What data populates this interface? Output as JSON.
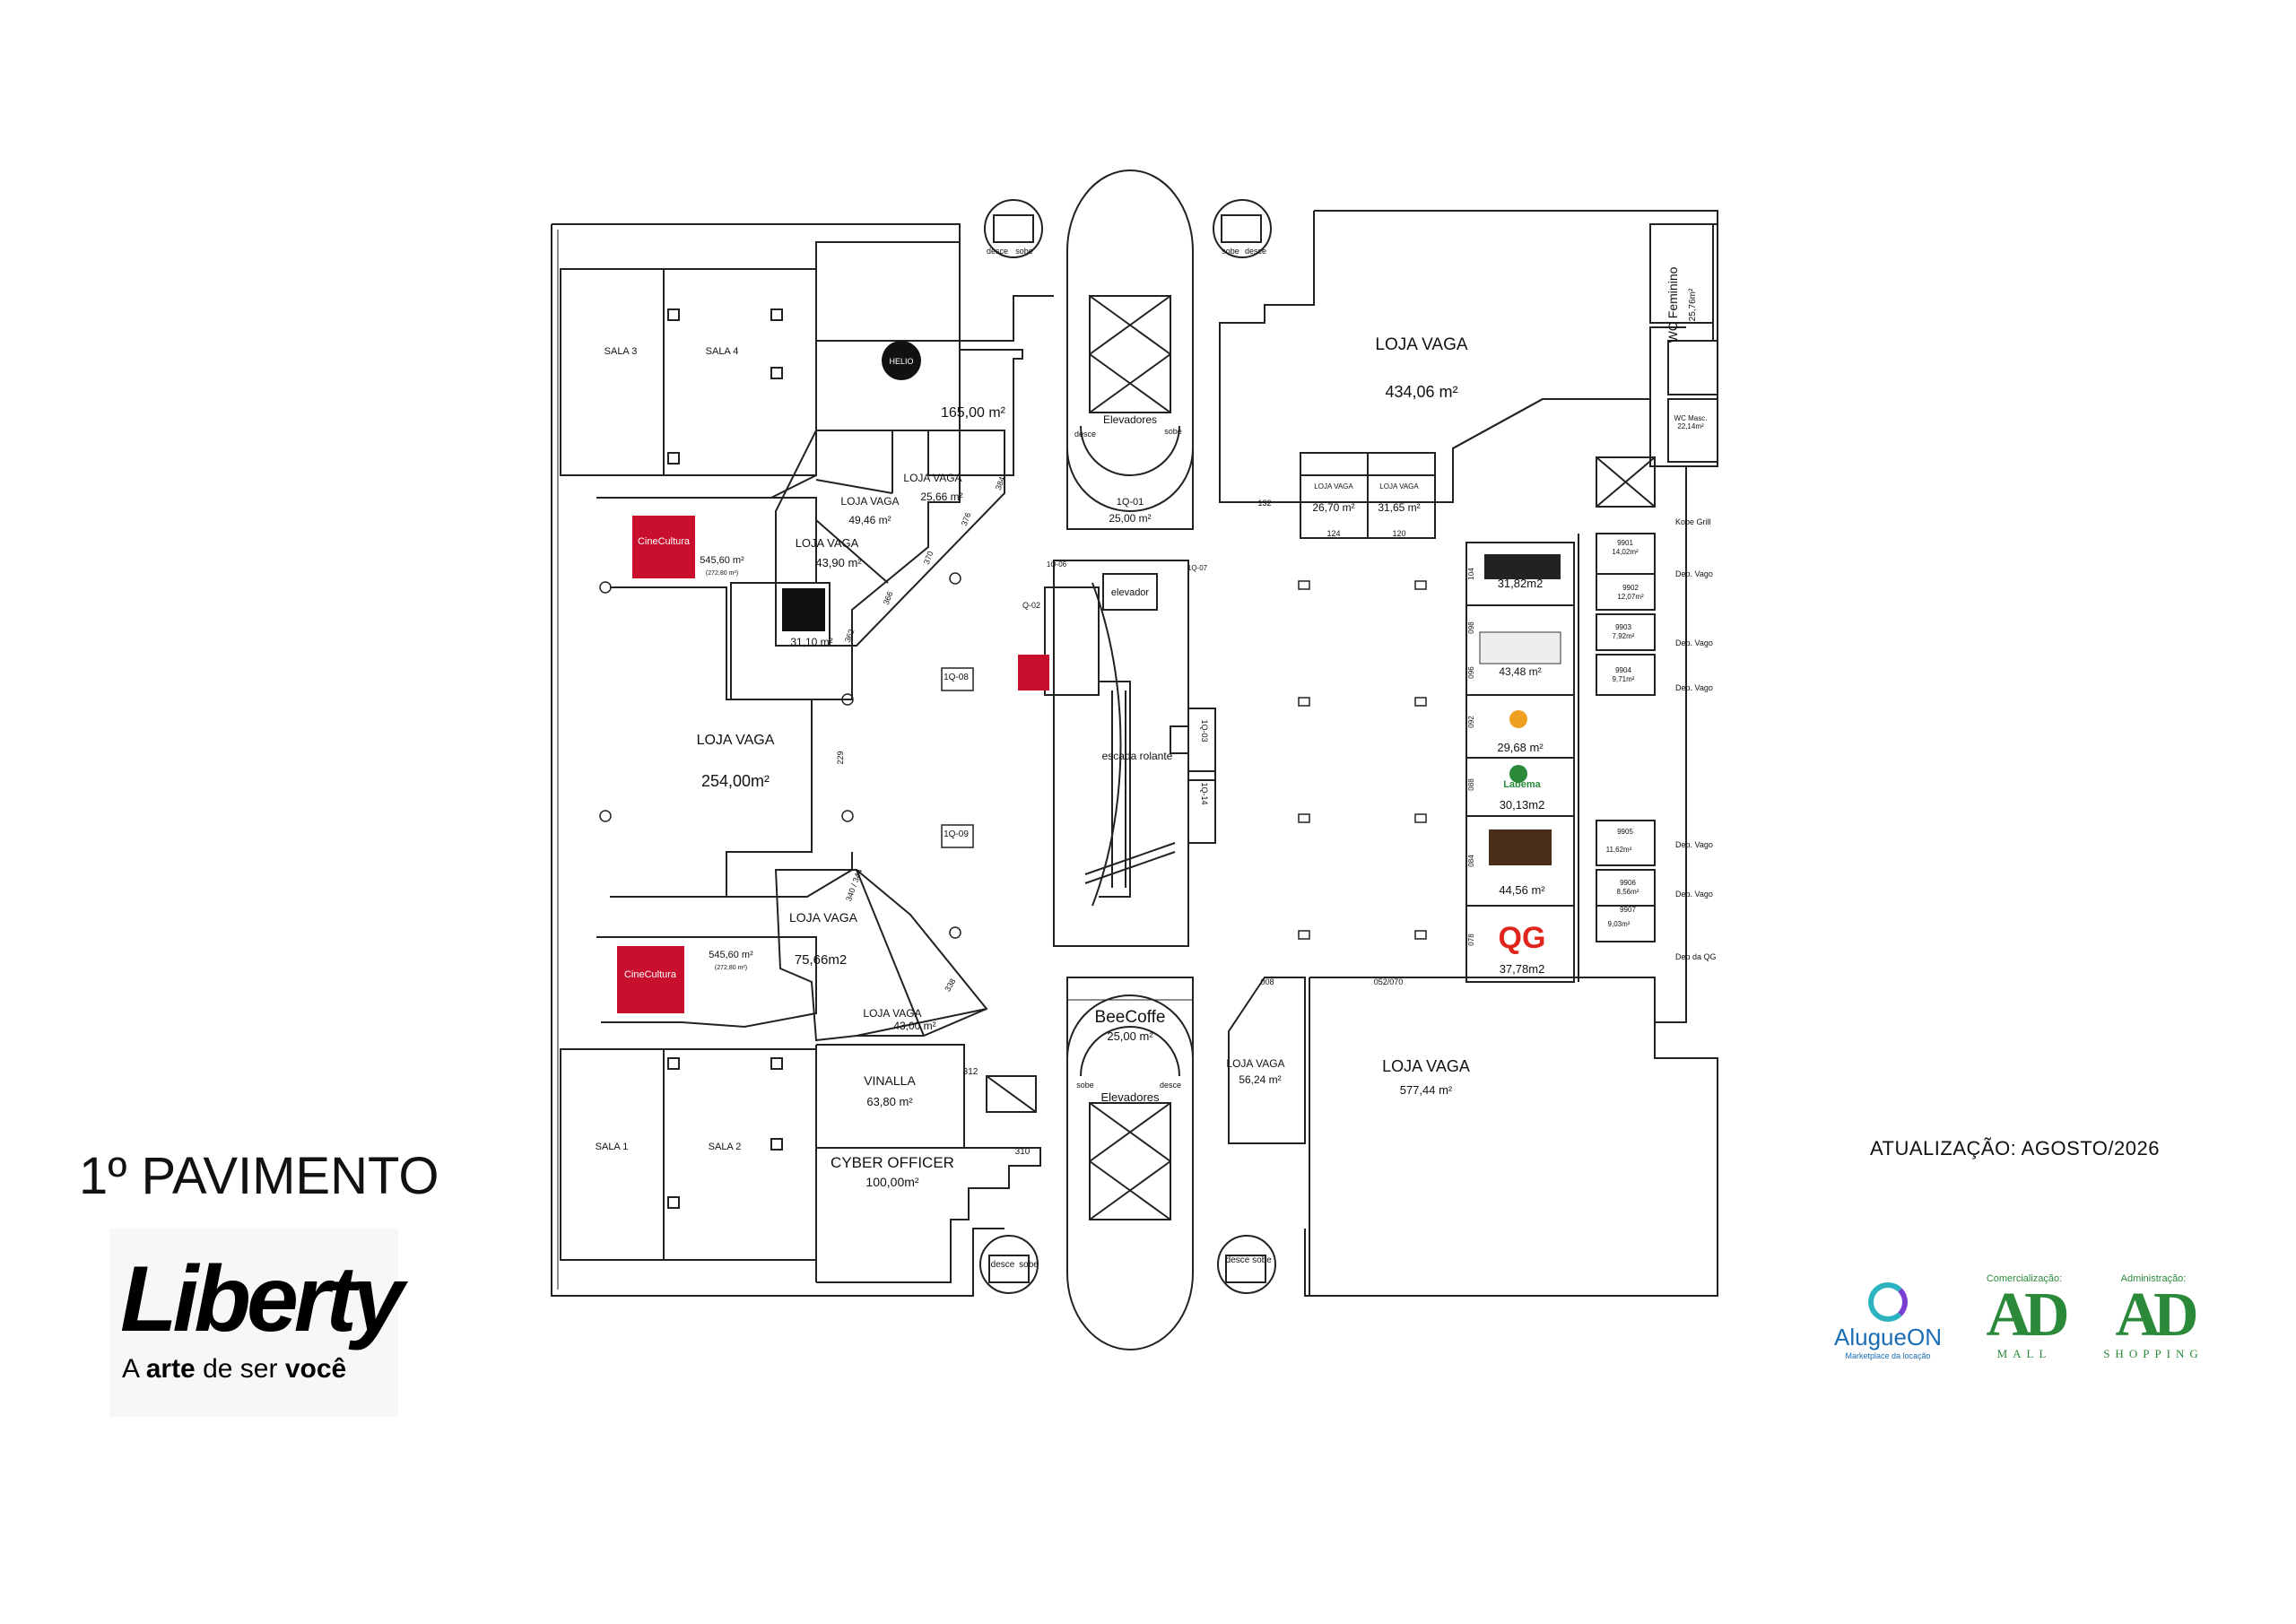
{
  "floor_title": "1º PAVIMENTO",
  "update_text": "ATUALIZAÇÃO:  AGOSTO/2026",
  "brand": {
    "name": "Liberty",
    "tagline_a": "A ",
    "tagline_b": "arte",
    "tagline_c": " de ser ",
    "tagline_d": "você"
  },
  "partners": {
    "alugue_name": "AlugueON",
    "alugue_sub": "Marketplace da locação",
    "admall_caption": "Comercialização:",
    "admall_mark": "AD",
    "admall_sub": "MALL",
    "adshop_caption": "Administração:",
    "adshop_mark": "AD",
    "adshop_sub": "SHOPPING"
  },
  "labels": {
    "sala3": "SALA 3",
    "sala4": "SALA 4",
    "sala1": "SALA 1",
    "sala2": "SALA 2",
    "helio": "HELIO",
    "a165": "165,00 m²",
    "lv434": "LOJA VAGA",
    "a434": "434,06 m²",
    "wcfem": "WC Feminino",
    "wcfem_a": "25,76m²",
    "wcmasc": "WC Masc.",
    "wcmasc_a": "22,14m²",
    "desce_a": "desce",
    "sobe_a": "sobe",
    "desce_b": "desce",
    "sobe_b": "sobe",
    "elev_top": "Elevadores",
    "desce_c": "desce",
    "sobe_c": "sobe",
    "q01": "1Q-01",
    "a2500": "25,00 m²",
    "lv_small": "LOJA VAGA",
    "a2670": "26,70 m²",
    "lv_small2": "LOJA VAGA",
    "a3165": "31,65 m²",
    "n124": "124",
    "n120": "120",
    "n132": "132",
    "lv2566": "LOJA VAGA",
    "a2566": "25,66 m²",
    "lv4946": "LOJA VAGA",
    "a4946": "49,46 m²",
    "lv4390": "LOJA VAGA",
    "a4390": "43,90 m²",
    "a3110": "31,10 m²",
    "cine1_a": "545,60 m²",
    "cine1_b": "(272,80 m²)",
    "cine2_a": "545,60 m²",
    "cine2_b": "(272,80 m²)",
    "cine_logo1": "CineCultura",
    "cine_logo2": "CineCultura",
    "lv254": "LOJA VAGA",
    "a254": "254,00m²",
    "q08": "1Q-08",
    "q09": "1Q-09",
    "q02": "Q-02",
    "q06": "1Q-06",
    "q07": "1Q-07",
    "q03": "1Q-03",
    "q14": "1Q-14",
    "elevador": "elevador",
    "escada": "escada rolante",
    "lv7566": "LOJA VAGA",
    "a7566": "75,66m2",
    "lv4300": "LOJA VAGA",
    "a4300": "43,00 m²",
    "vinalla": "VINALLA",
    "a6380": "63,80 m²",
    "cyber": "CYBER OFFICER",
    "a100": "100,00m²",
    "n312": "312",
    "n310": "310",
    "n338": "338",
    "n340": "340 / 344",
    "n229": "229",
    "n370": "370",
    "n376": "376",
    "n384": "384",
    "n366": "366",
    "n362": "362",
    "beecoffe": "BeeCoffe",
    "a2500b": "25,00 m²",
    "elev_bot": "Elevadores",
    "sobe_d": "sobe",
    "desce_d": "desce",
    "desce_e": "desce",
    "sobe_e": "sobe",
    "desce_f": "desce",
    "sobe_f": "sobe",
    "lv5624": "LOJA VAGA",
    "a5624": "56,24 m²",
    "n008": "008",
    "lv57744": "LOJA VAGA",
    "a57744": "577,44 m²",
    "n052": "052/070",
    "a3182": "31,82m2",
    "a4348": "43,48 m²",
    "a2968": "29,68 m²",
    "a3013": "30,13m2",
    "a4456": "44,56 m²",
    "a3778": "37,78m2",
    "qg": "QG",
    "labema": "Labema",
    "n104": "104",
    "n098": "098",
    "n096": "096",
    "n092": "092",
    "n088": "088",
    "n084": "084",
    "n078": "078",
    "d9901": "9901",
    "d9901a": "14,02m²",
    "d9902": "9902",
    "d9902a": "12,07m²",
    "d9903": "9903",
    "d9903a": "7,92m²",
    "d9904": "9904",
    "d9904a": "9,71m²",
    "d9905": "9905",
    "d9905a": "11,62m²",
    "d9906": "9906",
    "d9906a": "8,56m²",
    "d9907": "9907",
    "d9907a": "9,03m²",
    "kobe": "Kobe Grill",
    "dep1": "Dep. Vago",
    "dep2": "Dep. Vago",
    "dep3": "Dep. Vago",
    "dep4": "Dep. Vago",
    "dep5": "Dep. Vago",
    "depqg": "Dep da QG"
  }
}
